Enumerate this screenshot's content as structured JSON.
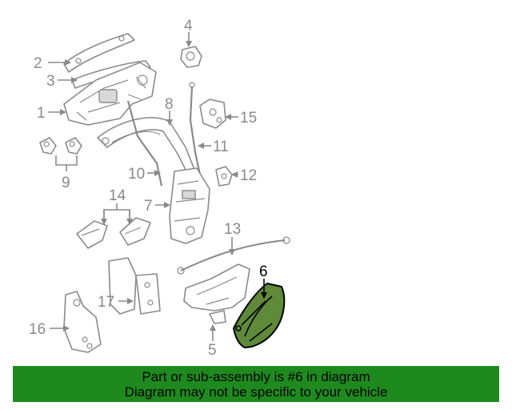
{
  "diagram": {
    "callouts": {
      "c1": "1",
      "c2": "2",
      "c3": "3",
      "c4": "4",
      "c5": "5",
      "c6": "6",
      "c7": "7",
      "c8": "8",
      "c9": "9",
      "c10": "10",
      "c11": "11",
      "c12": "12",
      "c13": "13",
      "c14": "14",
      "c15": "15",
      "c16": "16",
      "c17": "17"
    },
    "highlighted_part": "6",
    "colors": {
      "highlight_fill": "#5e8a3a",
      "line": "#8a8a8a",
      "banner": "#1e8a1e"
    }
  },
  "banner": {
    "line1": "Part or sub-assembly is #6 in diagram",
    "line2": "Diagram may not be specific to your vehicle"
  }
}
